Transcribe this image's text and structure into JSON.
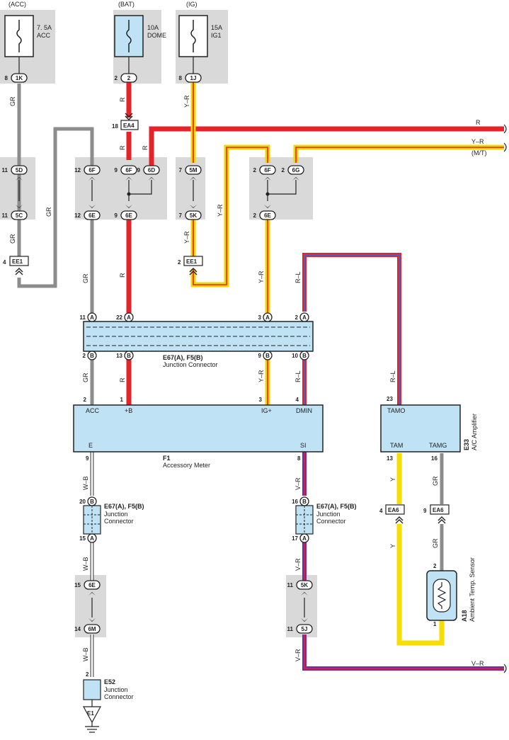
{
  "sources": {
    "acc": "(ACC)",
    "bat": "(BAT)",
    "ig": "(IG)"
  },
  "fuses": {
    "acc": {
      "rating": "7. 5A",
      "name": "ACC",
      "pin": "8",
      "conn": "1K"
    },
    "dome": {
      "rating": "10A",
      "name": "DOME",
      "pin": "2",
      "conn": "2"
    },
    "ig1": {
      "rating": "15A",
      "name": "IG1",
      "pin": "8",
      "conn": "1J"
    }
  },
  "wire_colors": {
    "gr": "GR",
    "r": "R",
    "yr": "Y–R",
    "rl": "R–L",
    "wb": "W–B",
    "vr": "V–R",
    "y": "Y",
    "mt": "(M/T)"
  },
  "junction": {
    "ea4_pin": "18",
    "ea4": "EA4",
    "c5d_pin": "11",
    "c5d": "5D",
    "c5c_pin": "11",
    "c5c": "5C",
    "ee1_pin": "4",
    "ee1": "EE1",
    "c6f_a_pin": "12",
    "c6f_a": "6F",
    "c6e_a_pin": "12",
    "c6e_a": "6E",
    "c6f_b_pin": "9",
    "c6f_b": "6F",
    "c6d_pin": "9",
    "c6d": "6D",
    "c6e_b_pin": "9",
    "c6e_b": "6E",
    "c5m_pin": "7",
    "c5m": "5M",
    "c5k_pin": "7",
    "c5k": "5K",
    "ee1b_pin": "2",
    "ee1b": "EE1",
    "c6f_c_pin": "2",
    "c6f_c": "6F",
    "c6g_pin": "2",
    "c6g": "6G",
    "c6e_c_pin": "2",
    "c6e_c": "6E"
  },
  "jc_top": {
    "pins_top": [
      {
        "num": "11",
        "letter": "A"
      },
      {
        "num": "22",
        "letter": "A"
      },
      {
        "num": "3",
        "letter": "A"
      },
      {
        "num": "2",
        "letter": "A"
      }
    ],
    "pins_bottom": [
      {
        "num": "2",
        "letter": "B"
      },
      {
        "num": "13",
        "letter": "B"
      },
      {
        "num": "9",
        "letter": "B"
      },
      {
        "num": "10",
        "letter": "B"
      }
    ],
    "title": "E67(A), F5(B)",
    "subtitle": "Junction Connector"
  },
  "meter": {
    "pins_top": [
      {
        "num": "2",
        "label": "ACC"
      },
      {
        "num": "1",
        "label": "+B"
      },
      {
        "num": "3",
        "label": "IG+"
      },
      {
        "num": "4",
        "label": "DMIN"
      }
    ],
    "pin_e": {
      "num": "9",
      "label": "E"
    },
    "pin_si": {
      "num": "8",
      "label": "SI"
    },
    "id": "F1",
    "name": "Accessory Meter"
  },
  "amp": {
    "tamo_num": "23",
    "tamo": "TAMO",
    "tam_num": "13",
    "tam": "TAM",
    "tamg_num": "16",
    "tamg": "TAMG",
    "id": "E33",
    "name": "A/C Amplifier"
  },
  "jc_left": {
    "top_num": "20",
    "top_letter": "B",
    "bot_num": "15",
    "bot_letter": "A",
    "title": "E67(A), F5(B)",
    "sub1": "Junction",
    "sub2": "Connector"
  },
  "jc_mid": {
    "top_num": "16",
    "top_letter": "B",
    "bot_num": "17",
    "bot_letter": "A",
    "title": "E67(A), F5(B)",
    "sub1": "Junction",
    "sub2": "Connector"
  },
  "lower_left": {
    "c6e_pin": "15",
    "c6e": "6E",
    "c6m_pin": "14",
    "c6m": "6M"
  },
  "lower_mid": {
    "c5k_pin": "11",
    "c5k": "5K",
    "c5j_pin": "11",
    "c5j": "5J"
  },
  "e52": {
    "pin": "2",
    "id": "E52",
    "sub1": "Junction",
    "sub2": "Connector",
    "ground": "E1"
  },
  "ea6": {
    "y_pin": "4",
    "y_conn": "EA6",
    "gr_pin": "9",
    "gr_conn": "EA6"
  },
  "sensor": {
    "pin_top": "2",
    "pin_bot": "1",
    "id": "A18",
    "name": "Ambient Temp.  Sensor"
  }
}
